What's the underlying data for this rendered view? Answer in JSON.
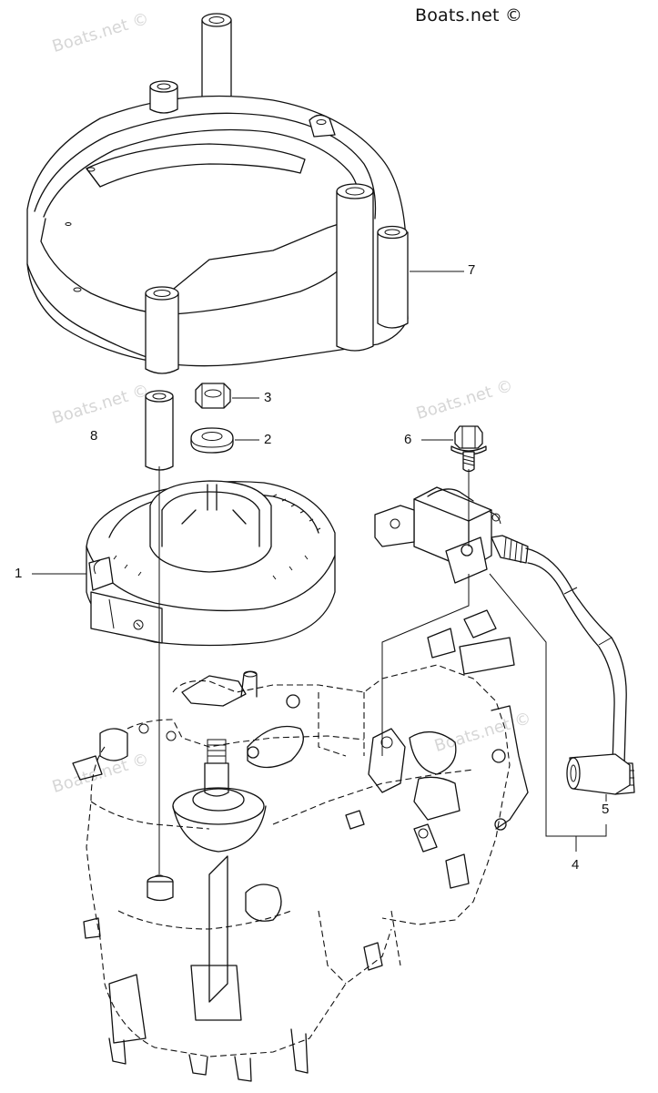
{
  "brand": {
    "text": "Boats.net ©"
  },
  "watermarks": [
    "Boats.net ©",
    "Boats.net ©",
    "Boats.net ©",
    "Boats.net ©",
    "Boats.net ©"
  ],
  "callouts": [
    {
      "id": "1",
      "label": "1"
    },
    {
      "id": "2",
      "label": "2"
    },
    {
      "id": "3",
      "label": "3"
    },
    {
      "id": "4",
      "label": "4"
    },
    {
      "id": "5",
      "label": "5"
    },
    {
      "id": "6",
      "label": "6"
    },
    {
      "id": "7",
      "label": "7"
    },
    {
      "id": "8",
      "label": "8"
    }
  ],
  "colors": {
    "line": "#111111",
    "watermark": "#d6d6d6",
    "background": "#ffffff"
  }
}
